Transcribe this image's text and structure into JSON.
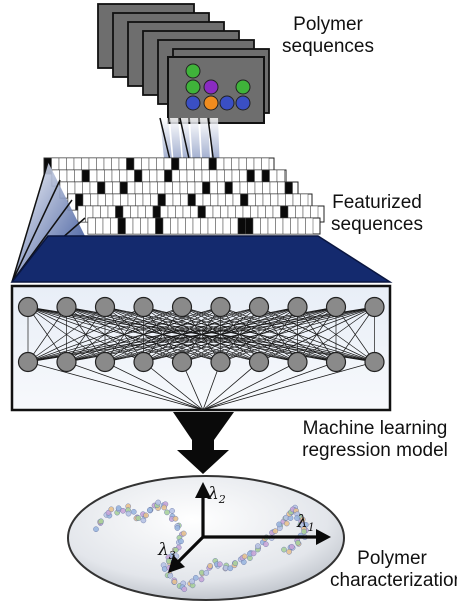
{
  "labels": {
    "polymer_sequences": [
      "Polymer",
      "sequences"
    ],
    "featurized_sequences": [
      "Featurized",
      "sequences"
    ],
    "ml_model": [
      "Machine learning",
      "regression model"
    ],
    "polymer_characterization": [
      "Polymer",
      "characterization"
    ]
  },
  "axes": [
    {
      "symbol": "λ",
      "sub": "1"
    },
    {
      "symbol": "λ",
      "sub": "2"
    },
    {
      "symbol": "λ",
      "sub": "3"
    }
  ],
  "bead_colors": {
    "green": "#3fb33a",
    "purple": "#8a2bc2",
    "blue": "#3a4fc4",
    "orange": "#f08c1e"
  },
  "colors": {
    "card_fill": "#6b6b6b",
    "navy": "#142a6e",
    "node_fill": "#8a8a8a",
    "network_bg": "#eef2f8"
  },
  "network": {
    "top_nodes": 10,
    "bottom_nodes": 10
  }
}
